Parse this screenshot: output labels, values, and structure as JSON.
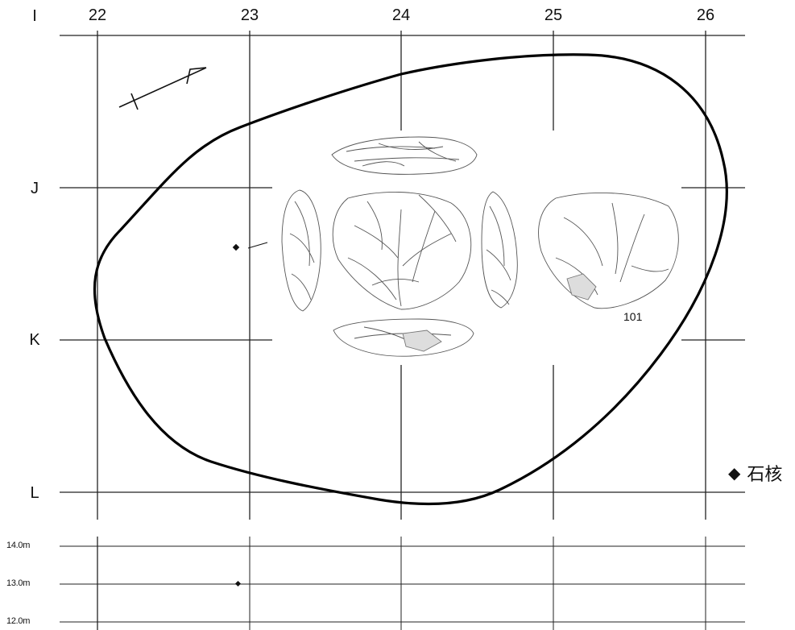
{
  "plan": {
    "columns": [
      "22",
      "23",
      "24",
      "25",
      "26"
    ],
    "rows": [
      "I",
      "J",
      "K",
      "L"
    ]
  },
  "section": {
    "elevations": [
      "14.0m",
      "13.0m",
      "12.0m"
    ]
  },
  "artifact": {
    "number": "101"
  },
  "legend": {
    "marker": "◆",
    "label": "石核"
  },
  "colors": {
    "ink": "#111111",
    "grid": "#222222",
    "artifact_line": "#555555"
  }
}
